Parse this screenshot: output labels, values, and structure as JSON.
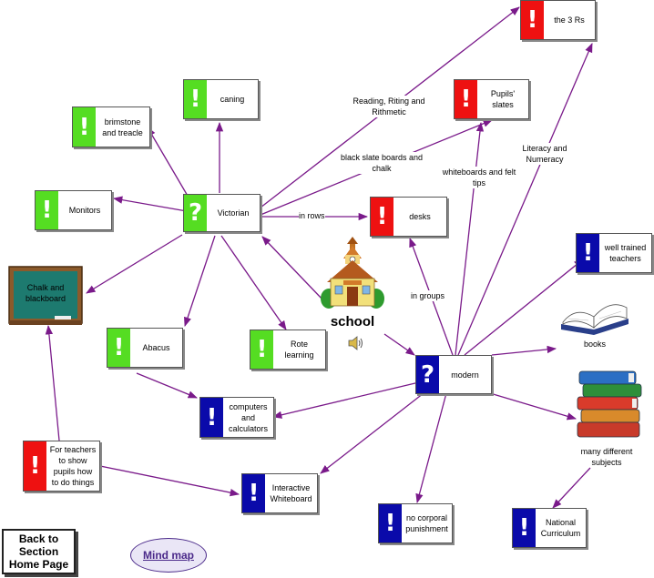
{
  "central": {
    "title": "school"
  },
  "nodes": {
    "victorian": "Victorian",
    "modern": "modern",
    "caning": "caning",
    "brimstone": "brimstone and treacle",
    "monitors": "Monitors",
    "abacus": "Abacus",
    "rote": "Rote learning",
    "three_rs": "the 3 Rs",
    "slates": "Pupils' slates",
    "desks": "desks",
    "well_trained": "well trained teachers",
    "computers": "computers and calculators",
    "interactive": "Interactive Whiteboard",
    "for_teachers": "For teachers to show pupils how to do things",
    "no_corporal": "no corporal punishment",
    "national": "National Curriculum"
  },
  "images": {
    "chalkboard": "Chalk and blackboard",
    "books": "books",
    "subjects": "many different subjects"
  },
  "edge_labels": {
    "reading": "Reading, Riting and Rithmetic",
    "slate_boards": "black slate boards and chalk",
    "in_rows": "in rows",
    "whiteboards": "whiteboards and felt tips",
    "literacy": "Literacy and Numeracy",
    "in_groups": "in groups"
  },
  "buttons": {
    "back": "Back to Section Home Page",
    "mindmap": "Mind map"
  },
  "colors": {
    "link": "#7a1a8a",
    "green": "#55dd22",
    "red": "#ee1111",
    "blue": "#0a0aaa",
    "board": "#1d7a6f"
  }
}
